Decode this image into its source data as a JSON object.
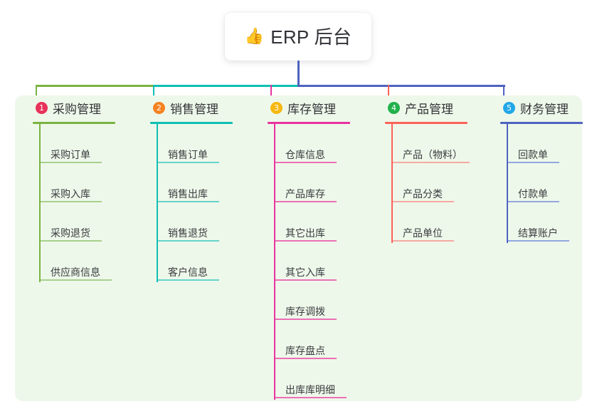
{
  "root": {
    "icon": "thumbs-up-icon",
    "icon_glyph": "👍",
    "title": "ERP 后台"
  },
  "palette": {
    "panel_bg": "#eef8ea",
    "card_bg": "#ffffff",
    "root_stem": "#4f63c0",
    "text": "#333438"
  },
  "connector": {
    "segments": [
      {
        "name": "green",
        "color": "#7cb342"
      },
      {
        "name": "teal",
        "color": "#0fbfb2"
      },
      {
        "name": "blue",
        "color": "#4f63c0"
      }
    ]
  },
  "columns": [
    {
      "number": "1",
      "title": "采购管理",
      "badge_color": "#e8325a",
      "line_color": "#7cb342",
      "item_line_color": "#a8d08d",
      "head_rule_width": 116,
      "trunk_height": 222,
      "items": [
        {
          "label": "采购订单",
          "rule_width": 86
        },
        {
          "label": "采购入库",
          "rule_width": 86
        },
        {
          "label": "采购退货",
          "rule_width": 86
        },
        {
          "label": "供应商信息",
          "rule_width": 100
        }
      ]
    },
    {
      "number": "2",
      "title": "销售管理",
      "badge_color": "#f58220",
      "line_color": "#0fbfb2",
      "item_line_color": "#66d4cb",
      "head_rule_width": 116,
      "trunk_height": 222,
      "items": [
        {
          "label": "销售订单",
          "rule_width": 86
        },
        {
          "label": "销售出库",
          "rule_width": 86
        },
        {
          "label": "销售退货",
          "rule_width": 86
        },
        {
          "label": "客户信息",
          "rule_width": 86
        }
      ]
    },
    {
      "number": "3",
      "title": "库存管理",
      "badge_color": "#f6b811",
      "line_color": "#e8339e",
      "item_line_color": "#ec6fb5",
      "head_rule_width": 116,
      "trunk_height": 387,
      "items": [
        {
          "label": "仓库信息",
          "rule_width": 86
        },
        {
          "label": "产品库存",
          "rule_width": 86
        },
        {
          "label": "其它出库",
          "rule_width": 86
        },
        {
          "label": "其它入库",
          "rule_width": 86
        },
        {
          "label": "库存调拨",
          "rule_width": 86
        },
        {
          "label": "库存盘点",
          "rule_width": 86
        },
        {
          "label": "出库库明细",
          "rule_width": 100
        }
      ]
    },
    {
      "number": "4",
      "title": "产品管理",
      "badge_color": "#22b14c",
      "line_color": "#fb6258",
      "item_line_color": "#f6a9a2",
      "head_rule_width": 116,
      "trunk_height": 167,
      "items": [
        {
          "label": "产品（物料）",
          "rule_width": 108
        },
        {
          "label": "产品分类",
          "rule_width": 86
        },
        {
          "label": "产品单位",
          "rule_width": 86
        }
      ]
    },
    {
      "number": "5",
      "title": "财务管理",
      "badge_color": "#22a7e8",
      "line_color": "#4f63c0",
      "item_line_color": "#93a6e0",
      "head_rule_width": 116,
      "trunk_height": 167,
      "items": [
        {
          "label": "回款单",
          "rule_width": 72
        },
        {
          "label": "付款单",
          "rule_width": 72
        },
        {
          "label": "结算账户",
          "rule_width": 86
        }
      ]
    }
  ]
}
